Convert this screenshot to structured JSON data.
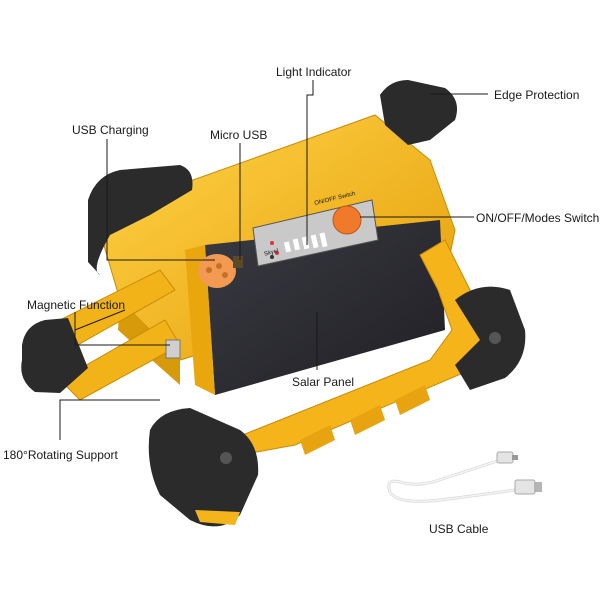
{
  "labels": {
    "light_indicator": "Light Indicator",
    "edge_protection": "Edge Protection",
    "usb_charging": "USB Charging",
    "micro_usb": "Micro USB",
    "on_off_switch": "ON/OFF/Modes Switch",
    "magnetic_function": "Magnetic Function",
    "solar_panel": "Salar Panel",
    "rotating_support": "180°Rotating Support",
    "usb_cable": "USB Cable"
  },
  "control_panel": {
    "brand_text": "Skyel",
    "switch_text": "ON/OFF Switch"
  },
  "colors": {
    "body_yellow": "#f6b616",
    "bumper_black": "#2b2b2b",
    "solar_panel": "#2d2d33",
    "switch_orange": "#f07a2a",
    "leader_line": "#1a1a1a"
  },
  "icons": [
    "edge-bumper-icon",
    "usb-port-icon",
    "micro-usb-port-icon",
    "mode-switch-icon",
    "magnet-icon",
    "solar-panel-icon",
    "rotating-handle-icon",
    "usb-cable-icon"
  ]
}
